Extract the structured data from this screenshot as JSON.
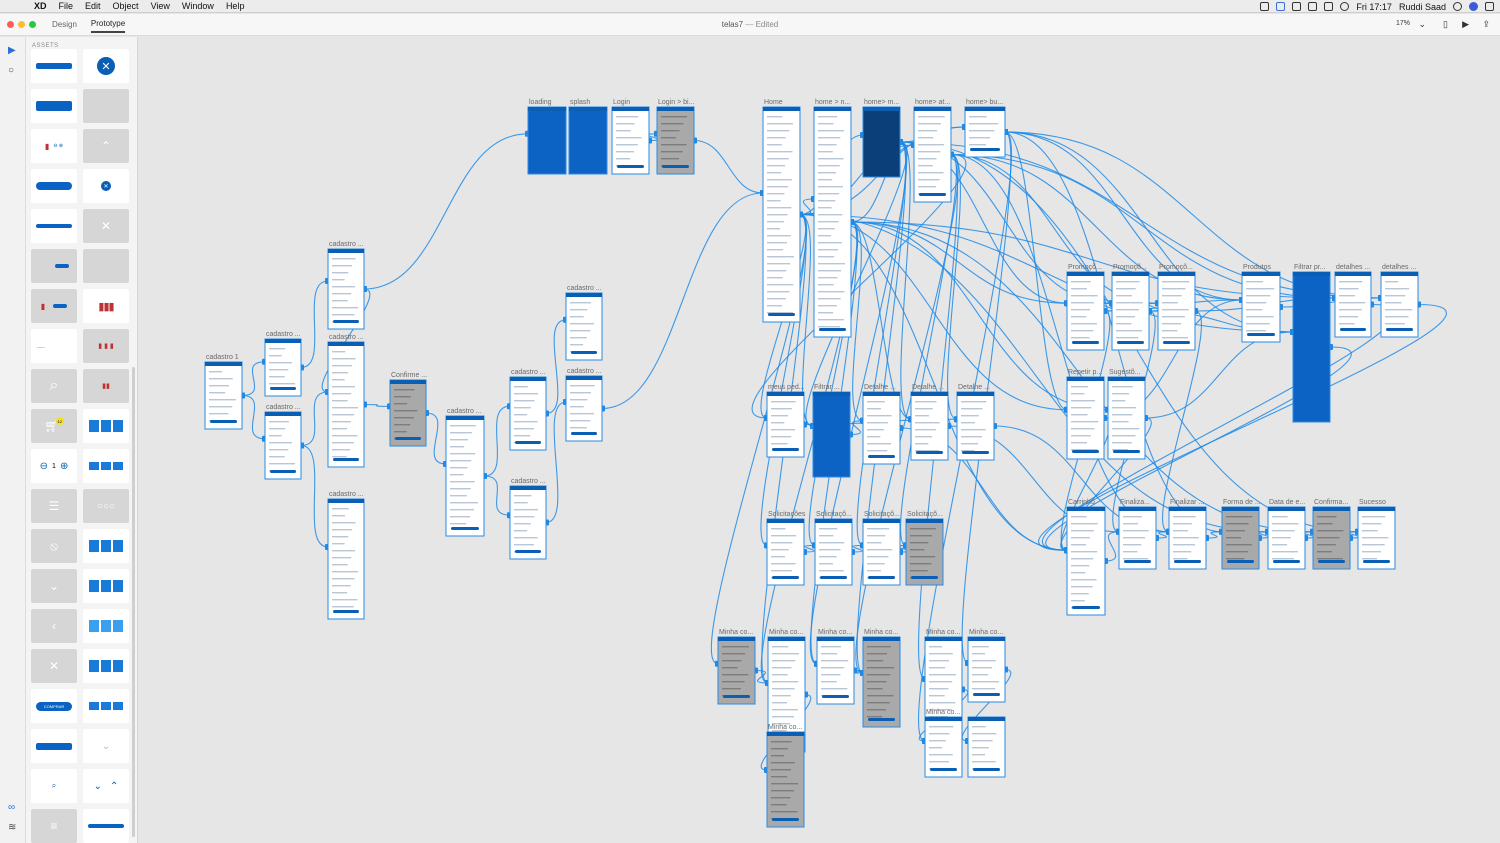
{
  "menubar": {
    "app_name": "XD",
    "menus": [
      "File",
      "Edit",
      "Object",
      "View",
      "Window",
      "Help"
    ],
    "clock": "Fri 17:17",
    "user": "Ruddi Saad"
  },
  "toolbar": {
    "tabs": [
      "Design",
      "Prototype"
    ],
    "active_tab": "Prototype",
    "document_title": "telas7",
    "document_state": "Edited",
    "zoom": "17%"
  },
  "assets_panel": {
    "header": "ASSETS",
    "cart_badge": "12",
    "stepper_value": "1",
    "buy_button_label": "COMPRAR"
  },
  "colors": {
    "wire": "#1f8ae6",
    "accent": "#0a5fb4",
    "screen_blue": "#0d63c4",
    "canvas_bg": "#e6e6e6"
  },
  "artboards": [
    {
      "label": "cadastro 1"
    },
    {
      "label": "cadastro ..."
    },
    {
      "label": "cadastro ..."
    },
    {
      "label": "cadastro ..."
    },
    {
      "label": "cadastro ..."
    },
    {
      "label": "cadastro ..."
    },
    {
      "label": "Confirme ..."
    },
    {
      "label": "cadastro ..."
    },
    {
      "label": "cadastro ..."
    },
    {
      "label": "cadastro ..."
    },
    {
      "label": "cadastro ..."
    },
    {
      "label": "cadastro ..."
    },
    {
      "label": "loading"
    },
    {
      "label": "splash"
    },
    {
      "label": "Login"
    },
    {
      "label": "Login > bi..."
    },
    {
      "label": "Home"
    },
    {
      "label": "home > n..."
    },
    {
      "label": "home> m..."
    },
    {
      "label": "home> at..."
    },
    {
      "label": "home> bu..."
    },
    {
      "label": "Promoçõ..."
    },
    {
      "label": "Promoçõ..."
    },
    {
      "label": "Promoçõ..."
    },
    {
      "label": "Produtos"
    },
    {
      "label": "Filtrar pr..."
    },
    {
      "label": "detalhes ..."
    },
    {
      "label": "detalhes ..."
    },
    {
      "label": "Repetir p..."
    },
    {
      "label": "Sugestõ..."
    },
    {
      "label": "meus ped..."
    },
    {
      "label": "Filtrar ..."
    },
    {
      "label": "Detalhe ..."
    },
    {
      "label": "Detalhe ..."
    },
    {
      "label": "Detalhe ..."
    },
    {
      "label": "Solicitações"
    },
    {
      "label": "Solicitaçõ..."
    },
    {
      "label": "Solicitaçõ..."
    },
    {
      "label": "Solicitaçõ..."
    },
    {
      "label": "Carrinho"
    },
    {
      "label": "Finaliza..."
    },
    {
      "label": "Finalizar ..."
    },
    {
      "label": "Forma de ..."
    },
    {
      "label": "Data de e..."
    },
    {
      "label": "Confirma..."
    },
    {
      "label": "Sucesso"
    },
    {
      "label": "Minha co..."
    },
    {
      "label": "Minha co..."
    },
    {
      "label": "Minha co..."
    },
    {
      "label": "Minha co..."
    },
    {
      "label": "Minha co..."
    },
    {
      "label": "Minha co..."
    },
    {
      "label": "Minha co..."
    },
    {
      "label": "Minha co..."
    }
  ]
}
